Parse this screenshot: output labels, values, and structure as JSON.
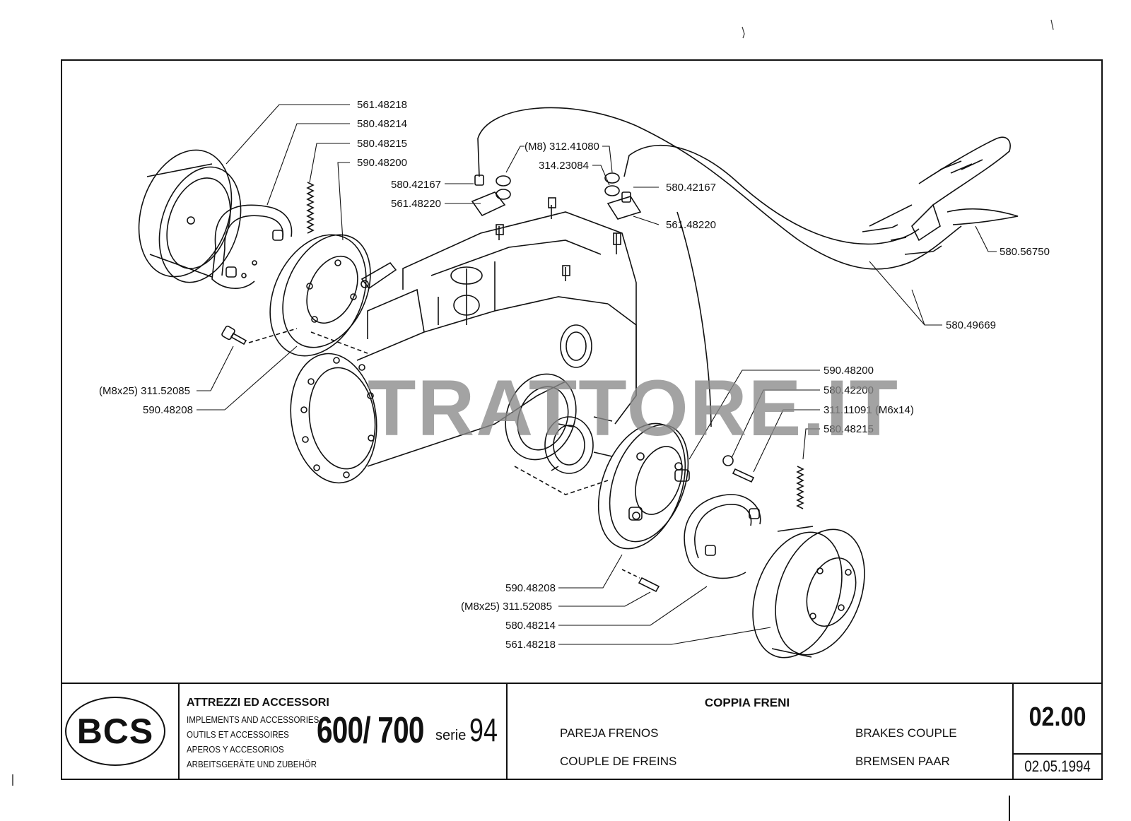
{
  "watermark": "TRATTORE.IT",
  "parts_labels": {
    "upper_left": [
      "561.48218",
      "580.48214",
      "580.48215",
      "590.48200"
    ],
    "upper_left_bottom": [
      "(M8x25) 311.52085",
      "590.48208"
    ],
    "cable_left": [
      "(M8) 312.41080",
      "314.23084",
      "580.42167",
      "561.48220"
    ],
    "cable_right": [
      "580.42167",
      "561.48220"
    ],
    "handle": [
      "580.56750",
      "580.49669"
    ],
    "lower_right": [
      "590.48200",
      "580.42200",
      "311.11091 (M6x14)",
      "580.48215"
    ],
    "lower_bottom": [
      "590.48208",
      "(M8x25) 311.52085",
      "580.48214",
      "561.48218"
    ]
  },
  "title_block": {
    "logo": "BCS",
    "category": "ATTREZZI ED ACCESSORI",
    "category_translations": [
      "IMPLEMENTS AND ACCESSORIES",
      "OUTILS ET ACCESSOIRES",
      "APEROS Y ACCESORIOS",
      "ARBEITSGERÄTE UND ZUBEHÖR"
    ],
    "model": "600/ 700",
    "serie_label": "serie",
    "serie_number": "94",
    "title": "COPPIA FRENI",
    "title_es": "PAREJA FRENOS",
    "title_en": "BRAKES  COUPLE",
    "title_fr": "COUPLE DE FREINS",
    "title_de": "BREMSEN PAAR",
    "sheet_number": "02.00",
    "date": "02.05.1994"
  }
}
